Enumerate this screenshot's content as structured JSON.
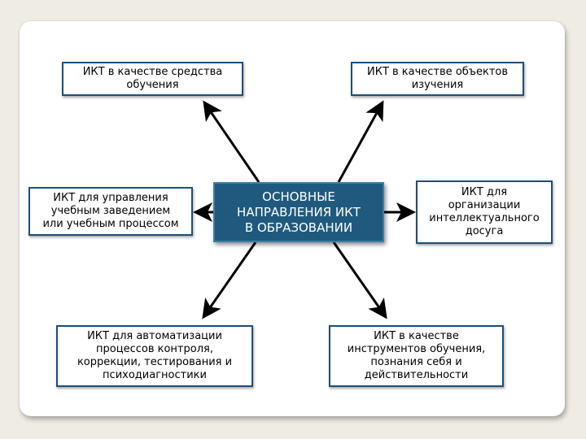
{
  "diagram": {
    "center": {
      "line1": "ОСНОВНЫЕ",
      "line2": "НАПРАВЛЕНИЯ ИКТ",
      "line3": "В ОБРАЗОВАНИИ"
    },
    "nodes": [
      {
        "id": "n1",
        "lines": [
          "ИКТ в качестве средства",
          "обучения"
        ]
      },
      {
        "id": "n2",
        "lines": [
          "ИКТ в качестве объектов",
          "изучения"
        ]
      },
      {
        "id": "n3",
        "lines": [
          "ИКТ для управления",
          "учебным заведением",
          "или учебным процессом"
        ]
      },
      {
        "id": "n4",
        "lines": [
          "ИКТ для",
          "организации",
          "интеллектуального",
          "досуга"
        ]
      },
      {
        "id": "n5",
        "lines": [
          "ИКТ для автоматизации",
          "процессов контроля,",
          "коррекции, тестирования и",
          "психодиагностики"
        ]
      },
      {
        "id": "n6",
        "lines": [
          "ИКТ в качестве",
          "инструментов обучения,",
          "познания себя и",
          "действительности"
        ]
      }
    ],
    "colors": {
      "center_fill": "#1f5a7e",
      "box_border": "#1f4e79",
      "arrow": "#000000"
    }
  }
}
